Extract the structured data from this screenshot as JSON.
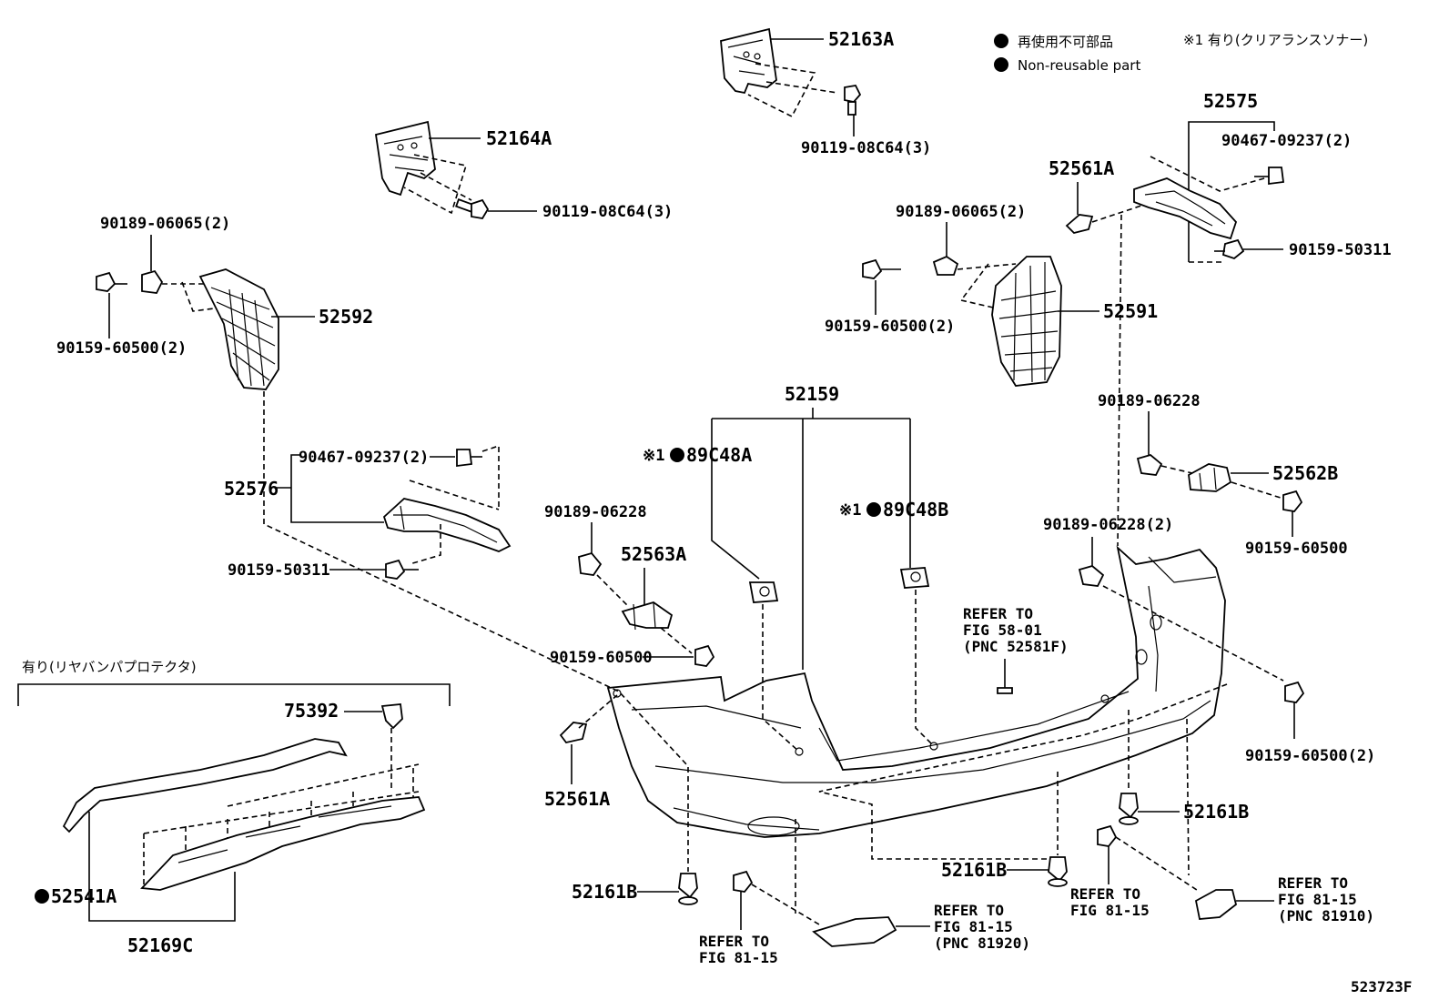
{
  "legend": {
    "jp_line": "再使用不可部品",
    "en_line": "Non-reusable part",
    "note": "※1  有り(クリアランスソナー)"
  },
  "labels": {
    "p52163A": "52163A",
    "p52164A": "52164A",
    "p90119_top": "90119-08C64(3)",
    "p90119_left": "90119-08C64(3)",
    "p52575": "52575",
    "p90467_right": "90467-09237(2)",
    "p52561A_top": "52561A",
    "p90159_50311_right": "90159-50311",
    "p90189_06065_left": "90189-06065(2)",
    "p90189_06065_right": "90189-06065(2)",
    "p52592": "52592",
    "p52591": "52591",
    "p90159_60500_left": "90159-60500(2)",
    "p90159_60500_mid": "90159-60500(2)",
    "p52159": "52159",
    "p90189_06228_right": "90189-06228",
    "p52562B": "52562B",
    "p90159_60500_r1": "90159-60500",
    "p90467_left": "90467-09237(2)",
    "p52576": "52576",
    "p89C48A": "89C48A",
    "p89C48B": "89C48B",
    "p90189_06228_mid": "90189-06228",
    "p52563A": "52563A",
    "p90159_50311_left": "90159-50311",
    "p90189_06228_2": "90189-06228(2)",
    "p90159_60500_small": "90159-60500",
    "refer_58_1": "REFER TO",
    "refer_58_2": "FIG 58-01",
    "refer_58_3": "(PNC 52581F)",
    "protector_title": "有り(リヤバンパプロテクタ)",
    "p75392": "75392",
    "p52561A_low": "52561A",
    "p90159_60500_r2": "90159-60500(2)",
    "p52161B_a": "52161B",
    "p52161B_b": "52161B",
    "p52161B_c": "52161B",
    "p52541A": "52541A",
    "p52169C": "52169C",
    "refer_81a_1": "REFER TO",
    "refer_81a_2": "FIG 81-15",
    "refer_81b_1": "REFER TO",
    "refer_81b_2": "FIG 81-15",
    "refer_81b_3": "(PNC 81920)",
    "refer_81c_1": "REFER TO",
    "refer_81c_2": "FIG 81-15",
    "refer_81d_1": "REFER TO",
    "refer_81d_2": "FIG 81-15",
    "refer_81d_3": "(PNC 81910)",
    "sonar_mark": "※1",
    "fig_id": "523723F"
  }
}
